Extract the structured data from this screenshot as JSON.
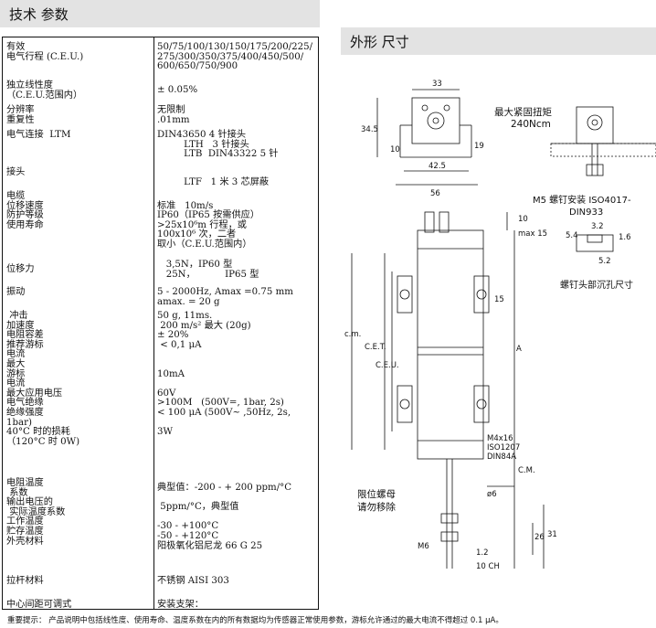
{
  "headers": {
    "specs": "技术 参数",
    "dimensions": "外形 尺寸"
  },
  "spec_rows": [
    {
      "label": "有效\n电气行程 (C.E.U.)",
      "value": "50/75/100/130/150/175/200/225/\n275/300/350/375/400/450/500/\n600/650/750/900"
    },
    {
      "label": "独立线性度\n（C.E.U.范围内）",
      "value": "± 0.05%"
    },
    {
      "label": "分辨率\n重复性",
      "value": "无限制\n.01mm"
    },
    {
      "label": "电气连接  LTM",
      "value": "DIN43650 4 针接头\n         LTH   3 针接头\n         LTB  DIN43322 5 针"
    },
    {
      "label": "接头",
      "value": "\n         LTF   1 米 3 芯屏蔽"
    },
    {
      "label": "电缆\n位移速度\n防护等级\n使用寿命",
      "value": "\n标准   10m/s\nIP60（IP65 按需供应）\n>25x10⁶m 行程，或\n100x10⁶ 次，二者\n取小（C.E.U.范围内）"
    },
    {
      "label": "位移力",
      "value": "   3,5N，IP60 型\n   25N，          IP65 型"
    },
    {
      "label": "振动",
      "value": "5 - 2000Hz, Amax =0.75 mm\namax. = 20 g"
    },
    {
      "label": " 冲击\n加速度\n电阻容差\n推荐游标\n电流",
      "value": "50 g, 11ms.\n 200 m/s² 最大 (20g)\n± 20%\n < 0,1 μA"
    },
    {
      "label": "最大\n游标\n电流\n最大应用电压\n电气绝缘\n绝缘强度\n1bar)\n40°C 时的损耗\n（120°C 时 0W)",
      "value": "\n10mA\n\n60V\n>100M   (500V=, 1bar, 2s)\n< 100 μA (500V~ ,50Hz, 2s,\n\n3W"
    },
    {
      "label": "电阻温度\n 系数\n输出电压的\n 实际温度系数\n工作温度\n贮存温度\n外壳材料",
      "value": "典型值：-200 - + 200 ppm/°C\n\n 5ppm/°C，典型值\n\n-30 - +100°C\n-50 - +120°C\n阳极氧化铝尼龙 66 G 25"
    },
    {
      "label": "拉杆材料",
      "value": "不锈钢 AISI 303"
    },
    {
      "label": "中心间距可调式",
      "value": "安装支架："
    }
  ],
  "footnote": "重要提示：  产品说明中包括线性度、使用寿命、温度系数在内的所有数据均为传感器正常使用参数，游标允许通过的最大电流不得超过 0.1 μA。",
  "drawing_labels": {
    "torque": "最大紧固扭矩",
    "torque_value": "240Ncm",
    "screw": "M5 螺钉安装 ISO4017-",
    "screw_std": "DIN933",
    "counterbore": "螺钉头部沉孔尺寸",
    "stop_nut_1": "限位螺母",
    "stop_nut_2": "请勿移除",
    "dim_33": "33",
    "dim_345": "34.5",
    "dim_10": "10",
    "dim_19": "19",
    "dim_425": "42.5",
    "dim_56": "56",
    "dim_32": "3.2",
    "dim_54": "5.4",
    "dim_16": "1.6",
    "dim_52": "5.2",
    "dim_max15": "max 15",
    "dim_10b": "10",
    "dim_15": "15",
    "cet": "C.E.T.",
    "ceu": "C.E.U.",
    "cm": "C.M.",
    "dim_a": "A",
    "dim_cm_left": "c.m.",
    "clamp_1": "M4x16",
    "clamp_2": "ISO1207",
    "clamp_3": "DIN84A",
    "phi6": "ø6",
    "m6": "M6",
    "dim_26": "26",
    "dim_31": "31",
    "dim_12": "1.2",
    "hex": "10 CH"
  },
  "colors": {
    "header_bg": "#e3e3e3",
    "line": "#111111"
  }
}
